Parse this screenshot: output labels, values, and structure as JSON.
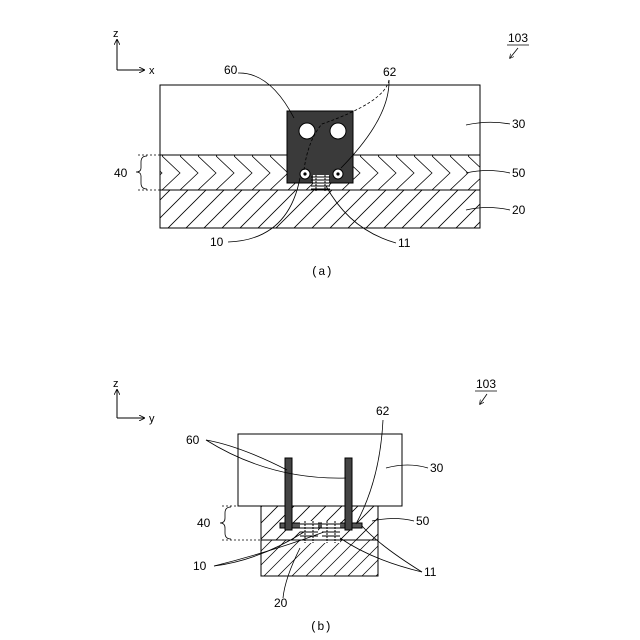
{
  "figure_a": {
    "ref": "103",
    "axis_vertical": "z",
    "axis_horizontal": "x",
    "caption": "(a)",
    "labels": {
      "element_60": "60",
      "element_62": "62",
      "element_30": "30",
      "element_40": "40",
      "element_50": "50",
      "element_20": "20",
      "element_10": "10",
      "element_11": "11"
    }
  },
  "figure_b": {
    "ref": "103",
    "axis_vertical": "z",
    "axis_horizontal": "y",
    "caption": "(b)",
    "labels": {
      "element_62": "62",
      "element_60": "60",
      "element_30": "30",
      "element_40": "40",
      "element_50": "50",
      "element_10": "10",
      "element_11": "11",
      "element_20": "20"
    }
  }
}
